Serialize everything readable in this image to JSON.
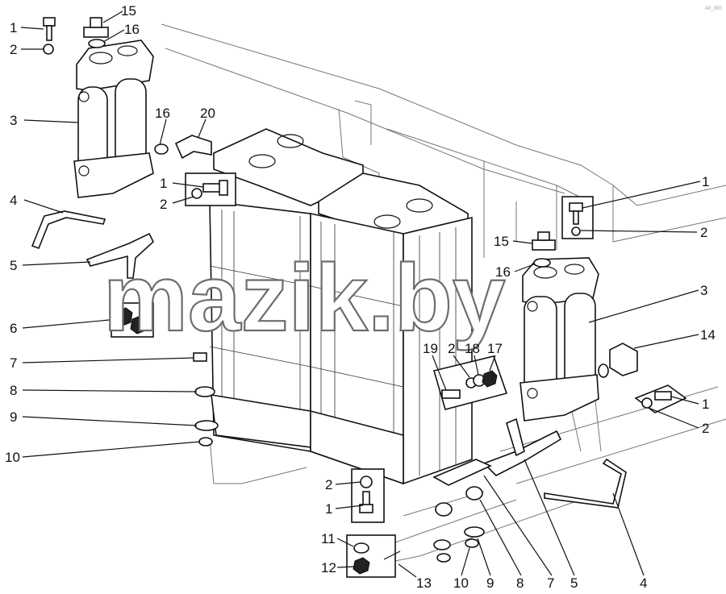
{
  "watermark": "mazik.by",
  "corner_mark": "A0_000",
  "callouts": [
    {
      "id": "c-tl-1",
      "text": "1"
    },
    {
      "id": "c-tl-2",
      "text": "2"
    },
    {
      "id": "c-tl-15",
      "text": "15"
    },
    {
      "id": "c-tl-16",
      "text": "16"
    },
    {
      "id": "c-l-3",
      "text": "3"
    },
    {
      "id": "c-m-16",
      "text": "16"
    },
    {
      "id": "c-m-20",
      "text": "20"
    },
    {
      "id": "c-m-1",
      "text": "1"
    },
    {
      "id": "c-m-2",
      "text": "2"
    },
    {
      "id": "c-l-4",
      "text": "4"
    },
    {
      "id": "c-l-5",
      "text": "5"
    },
    {
      "id": "c-l-6",
      "text": "6"
    },
    {
      "id": "c-l-7",
      "text": "7"
    },
    {
      "id": "c-l-8",
      "text": "8"
    },
    {
      "id": "c-l-9",
      "text": "9"
    },
    {
      "id": "c-l-10",
      "text": "10"
    },
    {
      "id": "c-r-1a",
      "text": "1"
    },
    {
      "id": "c-r-2a",
      "text": "2"
    },
    {
      "id": "c-r-15",
      "text": "15"
    },
    {
      "id": "c-r-16",
      "text": "16"
    },
    {
      "id": "c-r-3",
      "text": "3"
    },
    {
      "id": "c-r-14",
      "text": "14"
    },
    {
      "id": "c-r-1b",
      "text": "1"
    },
    {
      "id": "c-r-2b",
      "text": "2"
    },
    {
      "id": "c-c-19",
      "text": "19"
    },
    {
      "id": "c-c-2",
      "text": "2"
    },
    {
      "id": "c-c-18",
      "text": "18"
    },
    {
      "id": "c-c-17",
      "text": "17"
    },
    {
      "id": "c-b-2",
      "text": "2"
    },
    {
      "id": "c-b-1",
      "text": "1"
    },
    {
      "id": "c-b-11",
      "text": "11"
    },
    {
      "id": "c-b-12",
      "text": "12"
    },
    {
      "id": "c-b-13",
      "text": "13"
    },
    {
      "id": "c-b-10",
      "text": "10"
    },
    {
      "id": "c-b-9",
      "text": "9"
    },
    {
      "id": "c-b-8",
      "text": "8"
    },
    {
      "id": "c-b-7",
      "text": "7"
    },
    {
      "id": "c-b-5",
      "text": "5"
    },
    {
      "id": "c-b-4",
      "text": "4"
    }
  ]
}
